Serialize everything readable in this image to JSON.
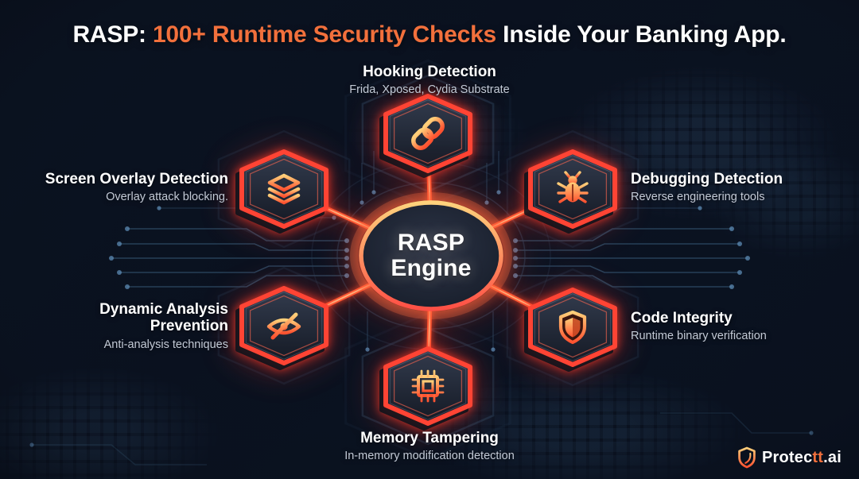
{
  "title": {
    "prefix": "RASP: ",
    "highlight": "100+ Runtime Security Checks",
    "suffix": " Inside Your Banking App."
  },
  "center": {
    "label": "RASP\nEngine"
  },
  "nodes": [
    {
      "id": "hooking-detection",
      "title": "Hooking Detection",
      "subtitle": "Frida, Xposed, Cydia Substrate",
      "icon": "chain-link-icon",
      "position": "top"
    },
    {
      "id": "debugging-detection",
      "title": "Debugging Detection",
      "subtitle": "Reverse engineering tools",
      "icon": "bug-icon",
      "position": "top-right"
    },
    {
      "id": "code-integrity",
      "title": "Code Integrity",
      "subtitle": "Runtime binary verification",
      "icon": "shield-icon",
      "position": "bottom-right"
    },
    {
      "id": "memory-tampering",
      "title": "Memory Tampering",
      "subtitle": "In-memory modification detection",
      "icon": "chip-icon",
      "position": "bottom"
    },
    {
      "id": "dynamic-analysis-prevention",
      "title": "Dynamic Analysis Prevention",
      "subtitle": "Anti-analysis techniques",
      "icon": "eye-off-icon",
      "position": "bottom-left"
    },
    {
      "id": "screen-overlay-detection",
      "title": "Screen Overlay Detection",
      "subtitle": "Overlay attack blocking.",
      "icon": "layers-icon",
      "position": "top-left"
    }
  ],
  "footer": {
    "brand_prefix": "Protec",
    "brand_highlight": "tt",
    "brand_suffix": ".ai",
    "logo_icon": "shield-icon"
  },
  "colors": {
    "background": "#0a1120",
    "accent_orange": "#f2703c",
    "glow_red": "#ff3a2d",
    "icon_gradient_start": "#ffcf79",
    "icon_gradient_end": "#ff5230",
    "circuit_teal": "#3b617f",
    "text_primary": "#ffffff",
    "text_secondary": "#c3cad6"
  }
}
